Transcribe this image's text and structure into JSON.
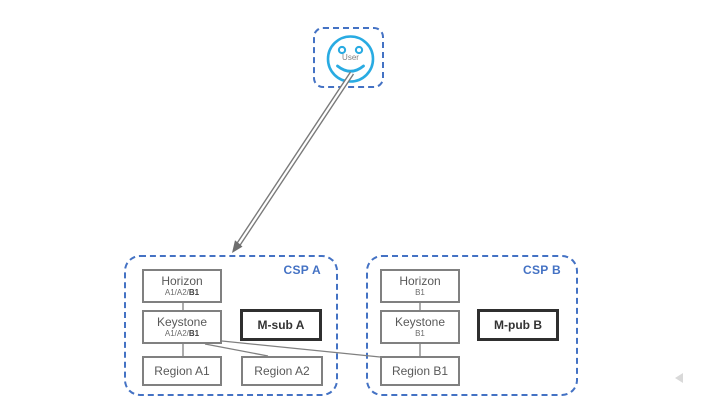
{
  "user_node": {
    "label": "User"
  },
  "csp_a": {
    "label": "CSP A",
    "horizon": {
      "title": "Horizon",
      "subtitle_prefix": "A1/A2/",
      "subtitle_bold": "B1"
    },
    "keystone": {
      "title": "Keystone",
      "subtitle_prefix": "A1/A2/",
      "subtitle_bold": "B1"
    },
    "msub": {
      "label": "M-sub A"
    },
    "region1": {
      "label": "Region A1"
    },
    "region2": {
      "label": "Region A2"
    }
  },
  "csp_b": {
    "label": "CSP B",
    "horizon": {
      "title": "Horizon",
      "subtitle": "B1"
    },
    "keystone": {
      "title": "Keystone",
      "subtitle": "B1"
    },
    "mpub": {
      "label": "M-pub B"
    },
    "region1": {
      "label": "Region B1"
    }
  },
  "connections": {
    "arrow": "user -> CSP A",
    "lines": [
      "Horizon A -> Keystone A",
      "Keystone A -> Region A1",
      "Keystone A -> Region A2",
      "Keystone A -> Region B1",
      "Horizon B -> Keystone B",
      "Keystone B -> Region B1"
    ]
  },
  "colors": {
    "accent_blue": "#4472C4",
    "user_cyan": "#29ABE2",
    "box_border_gray": "#808080",
    "text_gray": "#595959",
    "emphasis_dark": "#2F2F2F",
    "arrow_gray": "#7A7A7A",
    "nav_triangle": "#D9D9D9"
  }
}
